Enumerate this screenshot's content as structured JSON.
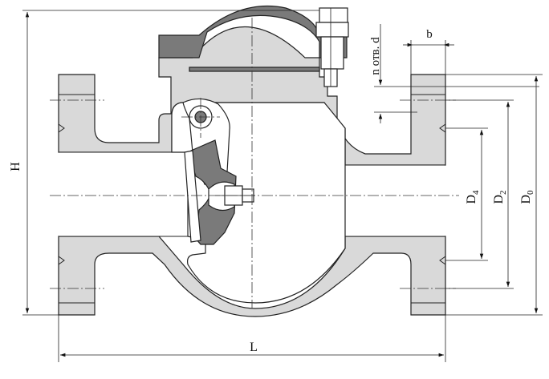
{
  "dimensions": {
    "H": "H",
    "L": "L",
    "b": "b",
    "n_holes": "n отв. d",
    "D4_main": "D",
    "D4_sub": "4",
    "D2_main": "D",
    "D2_sub": "2",
    "D0_main": "D",
    "D0_sub": "0"
  }
}
